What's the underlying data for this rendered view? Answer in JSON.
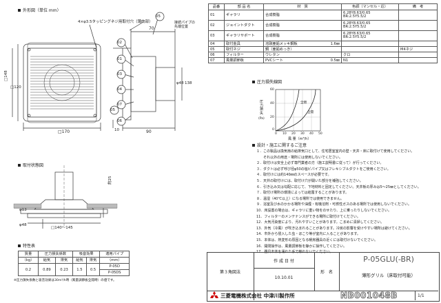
{
  "sections": {
    "outline": "外形図（単位 mm）",
    "install": "取付状態図",
    "spec": "特性表",
    "pressure": "圧力損失線図",
    "notes": "設計・施工に関するご注意"
  },
  "dims": {
    "screw_note": "4×φ3.5タッピングネジ用取付穴（薄肉部）",
    "pipe_note": "接続パイプの\n先端位置",
    "d70": "70",
    "d148": "□148",
    "d120": "□120",
    "d170": "□170",
    "dphi48": "φ48",
    "d138": "138",
    "d10": "10",
    "d90": "90",
    "d25": "約25",
    "d140": "□140～145",
    "dp48": "φ48",
    "dphi13": "φ13"
  },
  "callouts": [
    "01",
    "02",
    "03",
    "04",
    "05",
    "06",
    "07",
    "05"
  ],
  "parts_table": {
    "headers": [
      "品番",
      "部 品 名",
      "材　質",
      "色調（マンセル・近）",
      "備　考"
    ],
    "rows": [
      {
        "no": "01",
        "name": "ギャラリ",
        "material": "合成樹脂",
        "color": "6.28Y8.63/0.65\nBR:2.5Y5.5/2",
        "note": ""
      },
      {
        "no": "02",
        "name": "ジョイントダクト",
        "material": "合成樹脂",
        "color": "6.28Y8.63/0.65\nBR:2.5Y5.5/2",
        "note": ""
      },
      {
        "no": "03",
        "name": "ギャラリサポート",
        "material": "合成樹脂",
        "color": "6.28Y8.63/0.65\nBR:2.5Y5.5/2",
        "note": ""
      },
      {
        "no": "04",
        "name": "取付金具",
        "material": "溶融亜鉛メッキ鋼板",
        "thickness": "1.6㎜",
        "color": "",
        "note": ""
      },
      {
        "no": "05",
        "name": "取付ネジ",
        "material": "鋼（亜鉛めっき）",
        "color": "",
        "note": "M4ネジ"
      },
      {
        "no": "06",
        "name": "フィルター",
        "material": "ウレタン",
        "color": "クロ",
        "note": ""
      },
      {
        "no": "07",
        "name": "風量調節板",
        "material": "PVCシート",
        "thickness": "0.5㎜",
        "color": "N1",
        "note": ""
      }
    ]
  },
  "pressure_chart": {
    "ylabel": "圧\n力\n損\n失",
    "yunit": "(Pa)",
    "xlabel": "風 量（m³/h）",
    "yticks": [
      "60",
      "40",
      "20",
      "0"
    ],
    "xticks": [
      "0",
      "10",
      "20",
      "30",
      "40",
      "50"
    ],
    "curve1": "全開",
    "curve2": "全閉"
  },
  "notes": [
    "１．この製品は換気扇の給排気口として、住宅居室室内の壁・天井・床に取付けて使用してください。",
    "　　それ以外の用途・場所には使用しないでください。",
    "２．取付けは安全上必ず専門業者の方（施工説明書に従って）が行ってください。",
    "３．ダクトは必ず呼び径φ50の塩ビパイプ又はフレキシブルダクトをご使用ください。",
    "４．取付けには約140㎜のスペースが必要です。",
    "５．天井の取付けには、取付け穴が開いた部分を補強してください。",
    "６．引き込み又は勾配に応じて、下地材料と固定してください。天井板の厚みは5～25㎜としてください。",
    "７．取付け場所の環境によっては結露することがあります。",
    "８．温湿（40℃以上）になる場所では使用できません。",
    "９．浴室及び水のかかる場所や油煙・有機溶剤・可燃性ガスのある場所では使用しないでください。",
    "10．床設置の場合は、ギャラリに重い物をのせたり、上に乗ったりしないでください。",
    "11．フィルターのメンテナンスができる場所に取付けてください。",
    "12．大気汚染度により、汚れやすいことがあります。こまめに清掃してください。",
    "13．外気（冷風）が吹き込まれることがあります。冷房の影響を受けやすい場所は避けてください。",
    "14．市外から侵入した虫・ほこり等が室内に入ることがあります。",
    "15．本体は、熱変形の原因となる暖房器具の近くには取付けないでください。",
    "16．開閉操作は、風量調節板を静かに操作してください。",
    "17．器具本体を濡れた手で触れないでください。"
  ],
  "spec_table": {
    "r1": [
      "質量",
      "圧力損失係数",
      "吸音効果",
      "適用パイプ"
    ],
    "r2": [
      "（kg）",
      "給気",
      "排気",
      "給気",
      "排気",
      "（mm）"
    ],
    "row1": [
      "0.2",
      "0.89",
      "0.23",
      "1.5",
      "0.5",
      "P-05D"
    ],
    "row2": "P-05DS",
    "footnote": "※圧力損失係数と吸音効果は30m³/h時（風量調節板全開時）の値です。"
  },
  "title_block": {
    "projection": "第３角図法",
    "date_label": "作 成 日 付",
    "date": "10.10.01",
    "model_label": "形　名",
    "model": "P-05GLU(-BR)",
    "product": "薄形グリル（床取付可能）",
    "company": "三菱電機株式会社 中津川製作所",
    "drawing_no": "NB001048B",
    "sheet": "1/1"
  }
}
